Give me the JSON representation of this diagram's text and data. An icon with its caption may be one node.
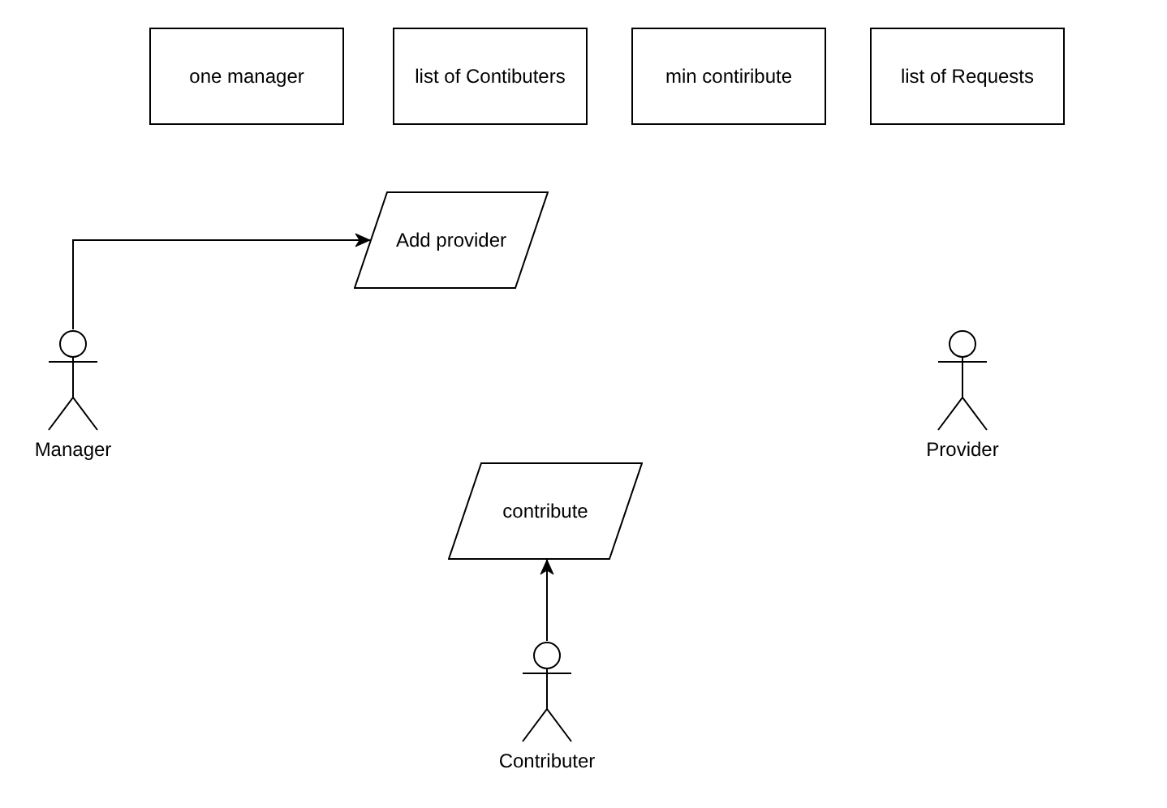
{
  "diagram": {
    "nodes": [
      {
        "text": [
          "one manager"
        ]
      },
      {
        "text": [
          "list of Contibuters"
        ]
      },
      {
        "text": [
          "min contiribute"
        ]
      },
      {
        "text": [
          "list of Requests"
        ]
      },
      {
        "text": [
          "Add provider"
        ]
      },
      {
        "text": [
          "Manager"
        ]
      },
      {
        "text": [
          "Provider"
        ]
      },
      {
        "text": [
          "contribute"
        ]
      },
      {
        "text": [
          "Contributer"
        ]
      }
    ],
    "edges": [
      {
        "from": 5,
        "to": 4,
        "arrow": "to"
      },
      {
        "from": 8,
        "to": 7,
        "arrow": "to"
      }
    ]
  }
}
